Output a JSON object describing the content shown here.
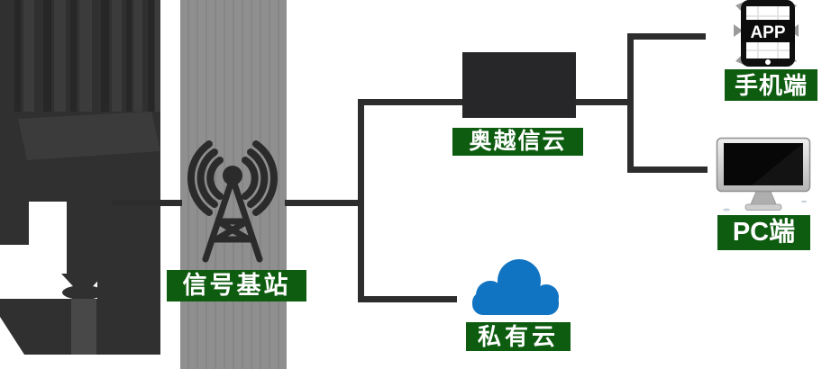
{
  "diagram": {
    "nodes": {
      "monitoring_station": {
        "icon": "weather-station-silhouette"
      },
      "base_station": {
        "label": "信号基站",
        "icon": "signal-tower-icon"
      },
      "brand_cloud": {
        "label": "奥越信云",
        "icon": "server-box-icon"
      },
      "private_cloud": {
        "label": "私有云",
        "icon": "cloud-icon"
      },
      "mobile": {
        "label": "手机端",
        "badge": "APP",
        "icon": "smartphone-icon"
      },
      "pc": {
        "label": "PC端",
        "icon": "monitor-icon"
      }
    },
    "connections": [
      {
        "from": "monitoring_station",
        "to": "base_station"
      },
      {
        "from": "base_station",
        "to": "brand_cloud"
      },
      {
        "from": "base_station",
        "to": "private_cloud"
      },
      {
        "from": "brand_cloud",
        "to": "mobile"
      },
      {
        "from": "brand_cloud",
        "to": "pc"
      }
    ],
    "colors": {
      "label_bg": "#0e5c10",
      "label_text": "#ffffff",
      "line": "#2d2d2d",
      "band": "#8f8f8f",
      "cloud_blue": "#1174c2",
      "server_box": "#27272a",
      "silhouette": "#303030"
    }
  }
}
